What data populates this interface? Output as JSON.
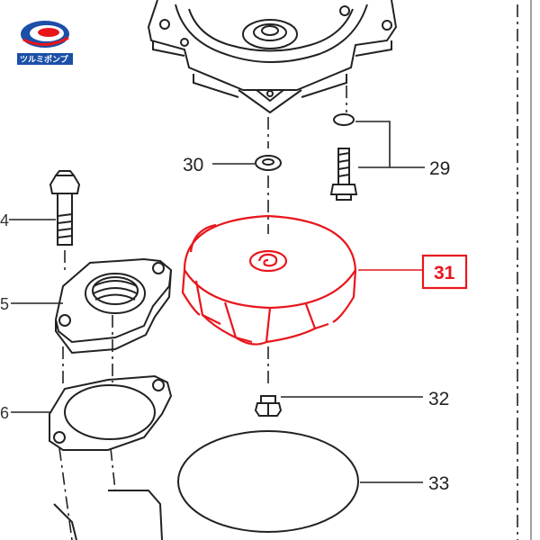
{
  "logo": {
    "text": "ツルミポンプ",
    "icon": "tsurumi-logo-icon",
    "colors": {
      "blue": "#1b4fa8",
      "red": "#e8161b"
    }
  },
  "callouts": {
    "c30": "30",
    "c29": "29",
    "c31": "31",
    "c32": "32",
    "c33": "33"
  },
  "cut_labels": {
    "left_top": "4",
    "left_mid": "5",
    "left_bot": "6"
  },
  "colors": {
    "line": "#222222",
    "highlight": "#e8161b",
    "background": "#ffffff"
  }
}
